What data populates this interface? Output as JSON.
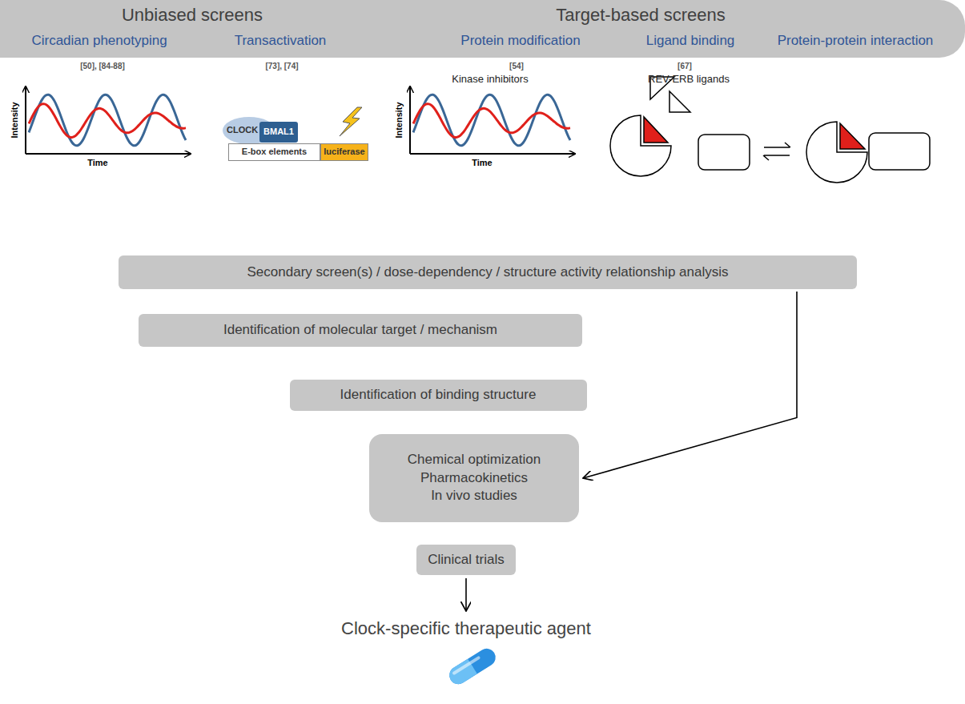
{
  "diagram": {
    "nodes": [
      {
        "text": [
          "Unbiased screens",
          "Target-based screens",
          "Circadian phenotyping",
          "Transactivation",
          "Protein modification",
          "Ligand binding",
          "Protein-protein interaction"
        ]
      },
      {
        "text": [
          "CLOCK"
        ]
      },
      {
        "text": [
          "BMAL1"
        ]
      },
      {
        "text": [
          "E-box elements"
        ]
      },
      {
        "text": [
          "luciferase"
        ]
      },
      {
        "text": [
          "Secondary screen(s) / dose-dependency / structure activity relationship analysis"
        ]
      },
      {
        "text": [
          "Identification of molecular target / mechanism"
        ]
      },
      {
        "text": [
          "Identification of binding structure"
        ]
      },
      {
        "text": [
          "Chemical optimization",
          "Pharmacokinetics",
          "In vivo studies"
        ]
      },
      {
        "text": [
          "Clinical trials"
        ]
      },
      {
        "text": [
          "Clock-specific therapeutic agent"
        ]
      }
    ],
    "edges": [
      {
        "from": 5,
        "to": 8,
        "arrow": "to"
      },
      {
        "from": 9,
        "to": 10,
        "arrow": "to"
      }
    ],
    "labels": [
      "[50], [84-88]",
      "[73], [74]",
      "[54]",
      "[67]",
      "Intensity",
      "Time",
      "Kinase inhibitors",
      "Intensity",
      "Time",
      "REV-ERB ligands"
    ]
  }
}
